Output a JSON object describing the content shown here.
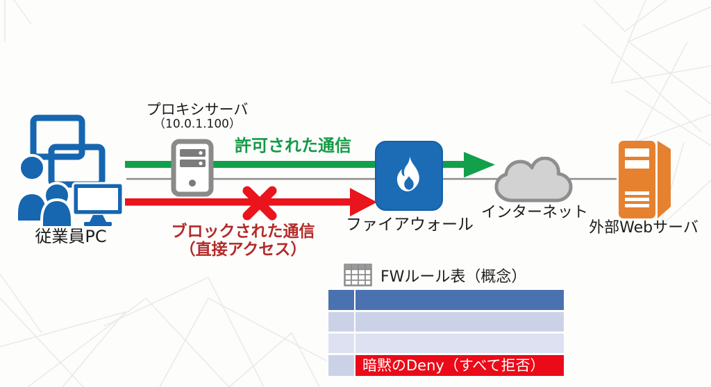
{
  "nodes": {
    "employee_pc": {
      "label": "従業員PC"
    },
    "proxy_server": {
      "label": "プロキシサーバ",
      "ip_label": "（10.0.1.100）"
    },
    "firewall": {
      "label": "ファイアウォール"
    },
    "internet": {
      "label": "インターネット"
    },
    "web_server": {
      "label": "外部Webサーバ"
    }
  },
  "flows": {
    "allowed": {
      "label": "許可された通信",
      "arrow_color": "#12a04a",
      "text_color": "#149a46"
    },
    "blocked": {
      "label": "ブロックされた通信",
      "sublabel": "（直接アクセス）",
      "arrow_color": "#e9141c",
      "text_color": "#b22a28"
    },
    "network_line_color": "#8c8c8c"
  },
  "rule_table": {
    "title": "FWルール表（概念）",
    "deny_label": "暗黙のDeny（すべて拒否）",
    "colors": {
      "header": "#4a71b0",
      "row_light": "#cbd2e8",
      "row_lighter": "#dde1f1",
      "deny_bg": "#ea0a18",
      "deny_text": "#ffffff"
    }
  },
  "icon_colors": {
    "pc_blue": "#1666b0",
    "firewall_blue": "#1b6cb5",
    "proxy_gray": "#8a8a8a",
    "cloud_fill": "#d2d2d2",
    "cloud_stroke": "#8e8e8e",
    "server_orange": "#e5812f"
  }
}
